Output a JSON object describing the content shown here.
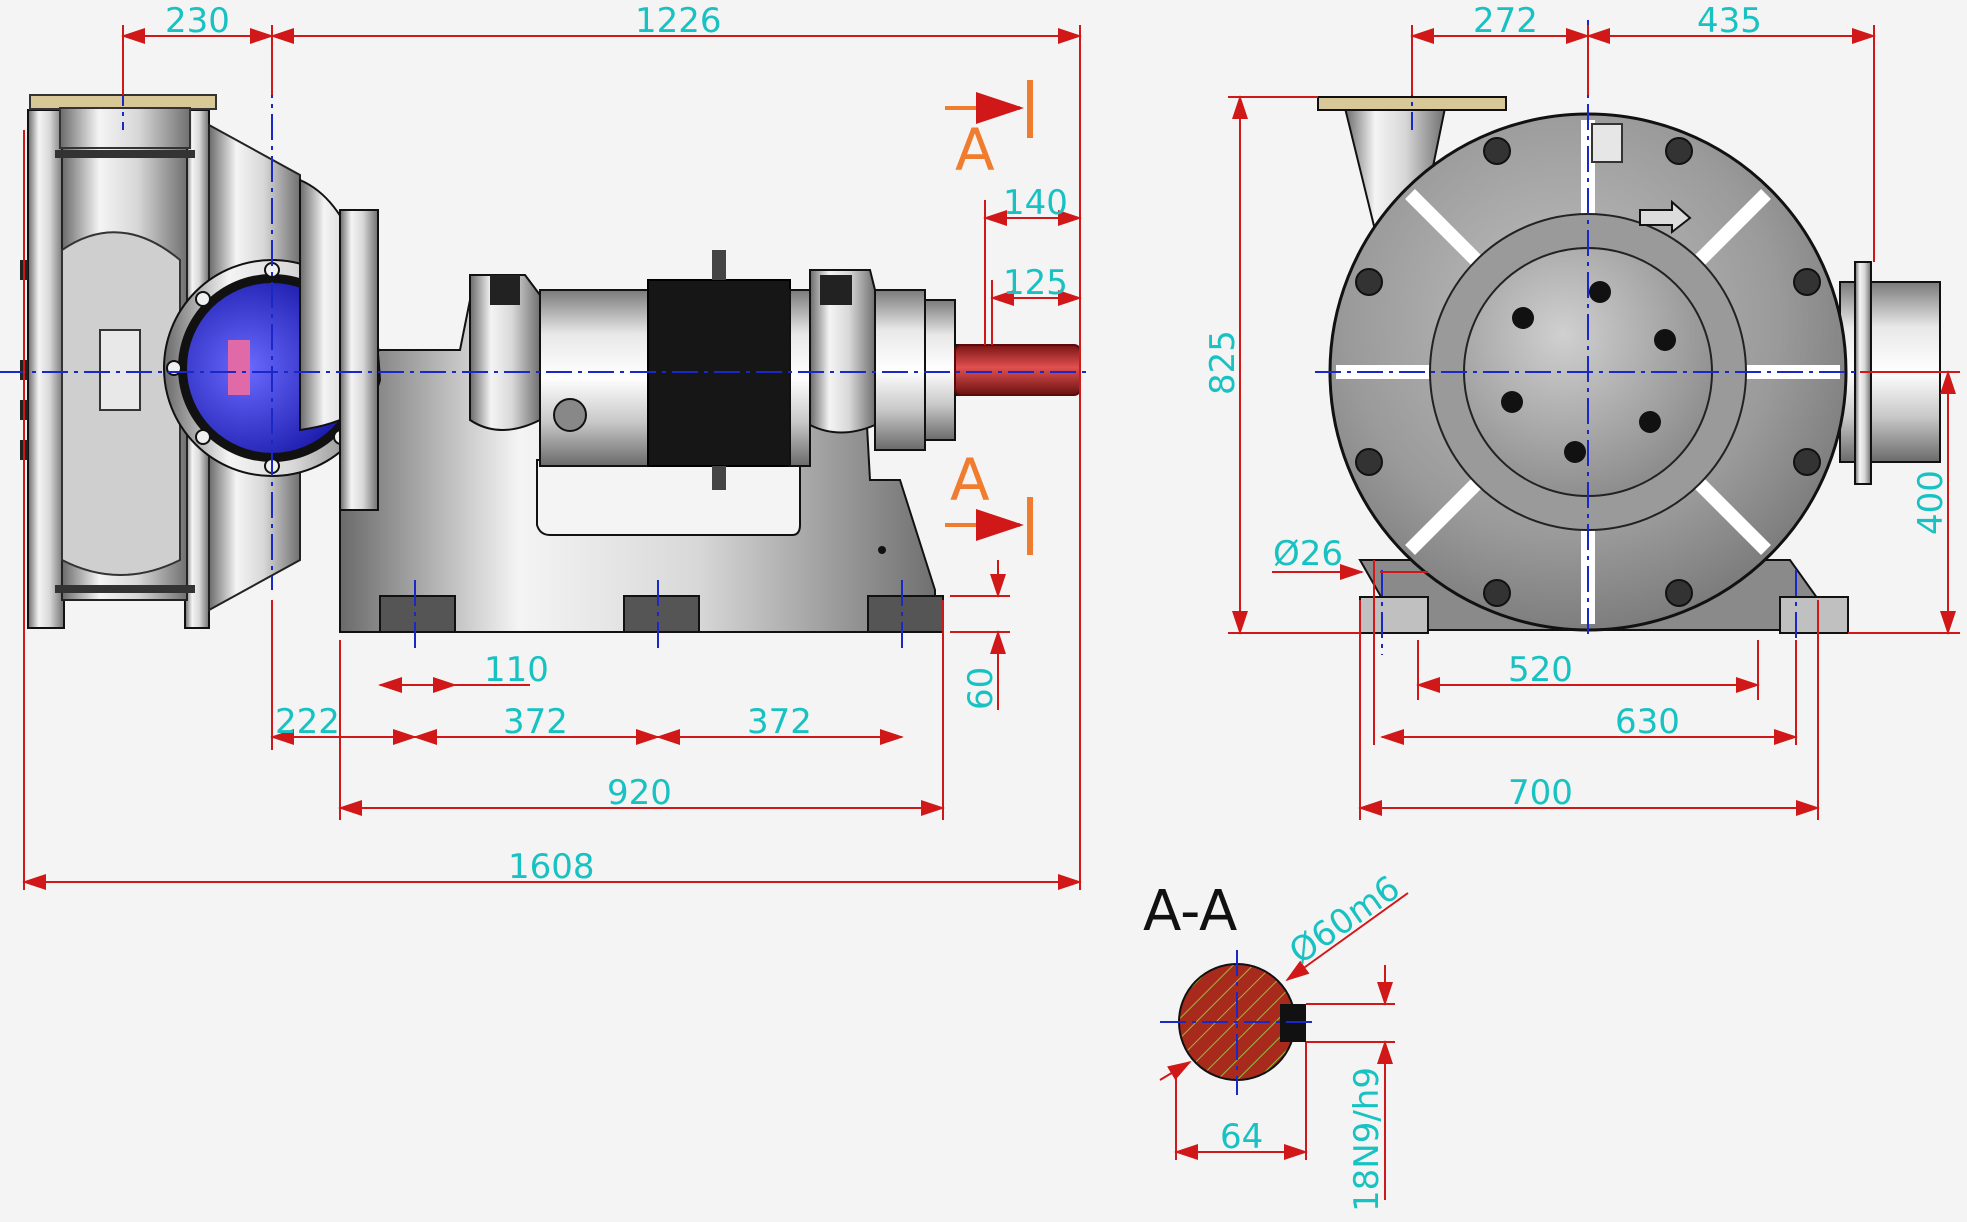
{
  "colors": {
    "background": "#f4f4f4",
    "dimension_text": "#19c2c2",
    "dimension_line": "#d01818",
    "section_marker": "#f07c30",
    "centerline": "#1a28c8",
    "shaft": "#c0282c",
    "coupling": "#151515",
    "metal": "#b8b8b8"
  },
  "side_view": {
    "dims": {
      "top_left": "230",
      "top_overall": "1226",
      "shaft_length": "140",
      "shaft_key": "125",
      "foot_pitch_a": "110",
      "base_offset": "222",
      "foot_pitch_b": "372",
      "foot_pitch_c": "372",
      "foot_height": "60",
      "base_length": "920",
      "overall_length": "1608"
    },
    "section_labels": {
      "top": "A",
      "bottom": "A"
    }
  },
  "front_view": {
    "dims": {
      "top_left": "272",
      "top_right": "435",
      "height": "825",
      "shaft_height": "400",
      "bolt_hole": "Ø26",
      "foot_inner": "520",
      "foot_mid": "630",
      "foot_outer": "700"
    }
  },
  "section_view": {
    "title": "A-A",
    "dims": {
      "shaft_diameter": "Ø60m6",
      "key_height": "64",
      "key_width": "18N9/h9"
    }
  },
  "icons": [
    "arrow-right-icon",
    "section-arrow-icon",
    "rotation-arrow-icon"
  ]
}
